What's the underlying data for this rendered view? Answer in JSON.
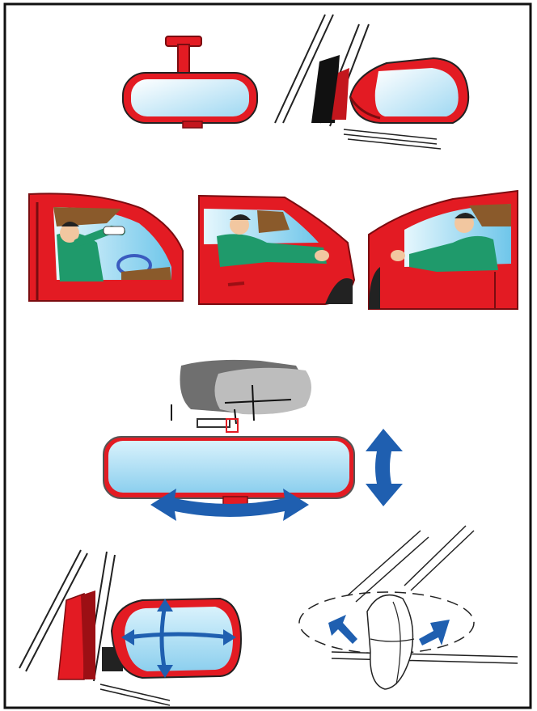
{
  "colors": {
    "frame": "#111111",
    "car_red": "#e31b23",
    "car_dark_red": "#9c0f14",
    "glass_blue": "#bfe7f7",
    "glass_white": "#f4fbfe",
    "shirt_green": "#1f9a6b",
    "interior_brown": "#8a5a2b",
    "arrow_blue": "#1f5fb0",
    "gray_mirror": "#8f8f8f"
  },
  "panels": [
    {
      "id": "mirrors-overview",
      "icons": [
        "rear-view-mirror-icon",
        "side-mirror-icon"
      ]
    },
    {
      "id": "driver-adjusting",
      "icons": [
        "driver-rear-view-adjust-icon",
        "driver-left-mirror-adjust-icon",
        "driver-right-mirror-adjust-icon"
      ]
    },
    {
      "id": "rear-view-adjustment",
      "icons": [
        "tilt-arrow-icon",
        "swivel-arrow-icon"
      ]
    },
    {
      "id": "side-mirror-adjustment",
      "icons": [
        "cross-arrows-icon",
        "blind-spot-sweep-icon"
      ]
    }
  ]
}
